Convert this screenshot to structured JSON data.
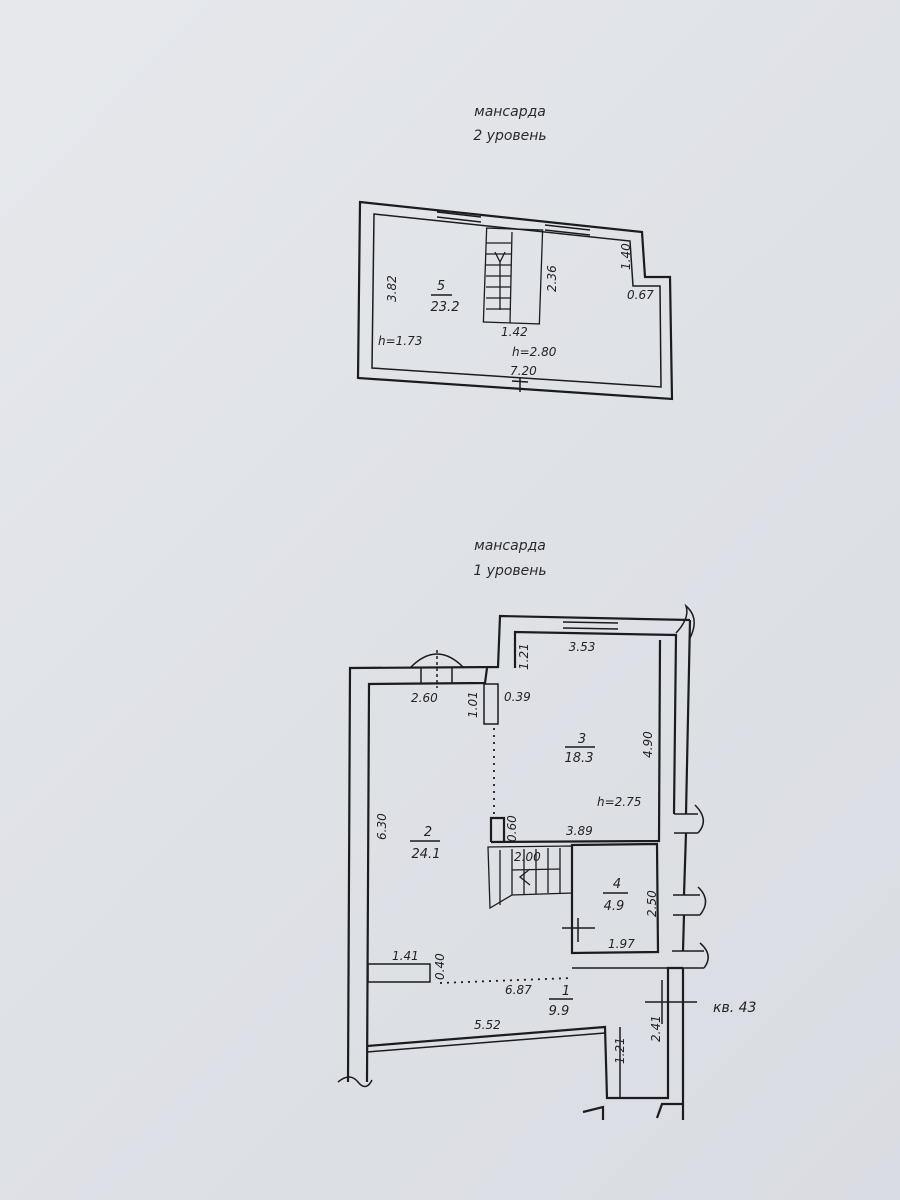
{
  "level2": {
    "title_line1": "мансарда",
    "title_line2": "2 уровень",
    "room_number": "5",
    "room_area": "23.2",
    "dims": {
      "left_height": "3.82",
      "stair_height": "2.36",
      "right_upper": "1.40",
      "notch_width": "0.67",
      "stair_width": "1.42",
      "bottom_width": "7.20"
    },
    "ceiling_left": "h=1.73",
    "ceiling_center": "h=2.80"
  },
  "level1": {
    "title_line1": "мансарда",
    "title_line2": "1 уровень",
    "rooms": [
      {
        "number": "1",
        "area": "9.9"
      },
      {
        "number": "2",
        "area": "24.1"
      },
      {
        "number": "3",
        "area": "18.3"
      },
      {
        "number": "4",
        "area": "4.9"
      }
    ],
    "dims": {
      "top_width": "3.53",
      "top_step": "1.21",
      "left_top_width": "2.60",
      "column_width": "0.39",
      "column_height": "1.01",
      "room3_height": "4.90",
      "left_height": "6.30",
      "partition_height": "0.60",
      "partition_width": "3.89",
      "stair_width": "2.00",
      "room4_height": "2.50",
      "room4_width": "1.97",
      "ledge_width": "1.41",
      "ledge_height": "0.40",
      "room1_width": "6.87",
      "bottom_width": "5.52",
      "bottom_step": "1.21",
      "right_lower": "2.41"
    },
    "ceiling_room3": "h=2.75",
    "apartment_ref": "кв. 43"
  }
}
